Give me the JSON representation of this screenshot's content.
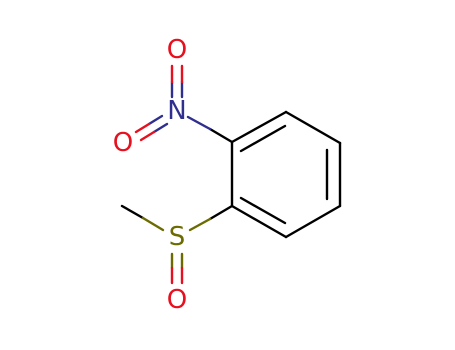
{
  "molecule": {
    "atoms": {
      "o_top": {
        "symbol": "O",
        "color": "#e8101e"
      },
      "n": {
        "symbol": "N",
        "color": "#2f2f8f"
      },
      "o_left": {
        "symbol": "O",
        "color": "#e8101e"
      },
      "s": {
        "symbol": "S",
        "color": "#6b6b00"
      },
      "o_bottom": {
        "symbol": "O",
        "color": "#e8101e"
      }
    },
    "colors": {
      "bond": "#000000",
      "nitrogen": "#2f2f8f",
      "oxygen": "#e8101e",
      "sulfur": "#6b6b00",
      "background": "#ffffff"
    }
  }
}
